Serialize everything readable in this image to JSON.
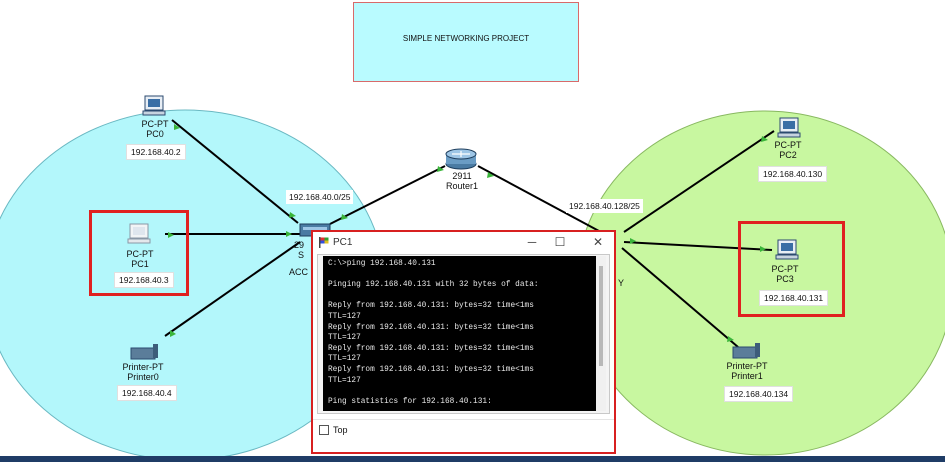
{
  "project_title": "SIMPLE NETWORKING PROJECT",
  "devices": {
    "pc0": {
      "type": "PC-PT",
      "name": "PC0",
      "ip": "192.168.40.2"
    },
    "pc1": {
      "type": "PC-PT",
      "name": "PC1",
      "ip": "192.168.40.3"
    },
    "printer0": {
      "type": "Printer-PT",
      "name": "Printer0",
      "ip": "192.168.40.4"
    },
    "router1": {
      "type": "2911",
      "name": "Router1"
    },
    "switch0": {
      "type": "29",
      "name_fragment": "S",
      "label_fragment": "ACC"
    },
    "pc2": {
      "type": "PC-PT",
      "name": "PC2",
      "ip": "192.168.40.130"
    },
    "pc3": {
      "type": "PC-PT",
      "name": "PC3",
      "ip": "192.168.40.131"
    },
    "printer1": {
      "type": "Printer-PT",
      "name": "Printer1",
      "ip": "192.168.40.134"
    },
    "switch1": {
      "label_fragment": "Y"
    }
  },
  "networks": {
    "left": "192.168.40.0/25",
    "right": "192.168.40.128/25"
  },
  "colors": {
    "left_zone": "#b3f7fb",
    "right_zone": "#c8f7a0",
    "link": "#000000",
    "port_indicator": "#3ab53a",
    "highlight": "#e02020"
  },
  "terminal_window": {
    "title": "PC1",
    "controls": {
      "minimize": "─",
      "maximize": "☐",
      "close": "✕"
    },
    "lines": [
      "C:\\>ping 192.168.40.131",
      "",
      "Pinging 192.168.40.131 with 32 bytes of data:",
      "",
      "Reply from 192.168.40.131: bytes=32 time<1ms",
      "TTL=127",
      "Reply from 192.168.40.131: bytes=32 time<1ms",
      "TTL=127",
      "Reply from 192.168.40.131: bytes=32 time<1ms",
      "TTL=127",
      "Reply from 192.168.40.131: bytes=32 time<1ms",
      "TTL=127",
      "",
      "Ping statistics for 192.168.40.131:"
    ],
    "top_checkbox_label": "Top"
  }
}
